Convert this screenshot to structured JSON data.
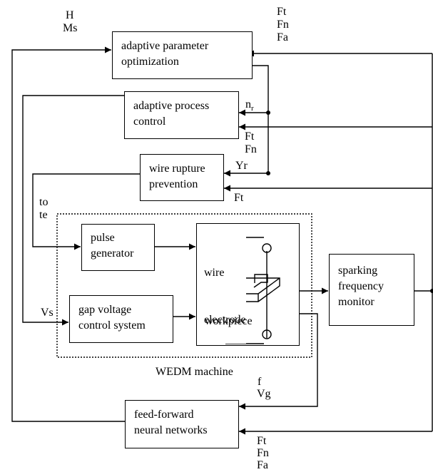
{
  "blocks": {
    "adaptive_parameter": [
      "adaptive parameter",
      "optimization"
    ],
    "adaptive_process": [
      "adaptive process",
      "control"
    ],
    "wire_rupture": [
      "wire rupture",
      "prevention"
    ],
    "pulse_generator": [
      "pulse",
      "generator"
    ],
    "gap_voltage": [
      "gap voltage",
      "control system"
    ],
    "wire_electrode": [
      "wire",
      "electrode"
    ],
    "workpiece": "workpiece",
    "sparking_monitor": [
      "sparking",
      "frequency",
      "monitor"
    ],
    "feed_forward": [
      "feed-forward",
      "neural networks"
    ]
  },
  "machine_label": "WEDM machine",
  "signals": {
    "h": "H",
    "ms": "Ms",
    "top_ft": "Ft",
    "top_fn": "Fn",
    "top_fa": "Fa",
    "n_base": "n",
    "n_sub": "r",
    "apc_ft": "Ft",
    "apc_fn": "Fn",
    "yr": "Yr",
    "wr_ft": "Ft",
    "to": "to",
    "te": "te",
    "vs": "Vs",
    "f": "f",
    "vg": "Vg",
    "bot_ft": "Ft",
    "bot_fn": "Fn",
    "bot_fa": "Fa"
  }
}
